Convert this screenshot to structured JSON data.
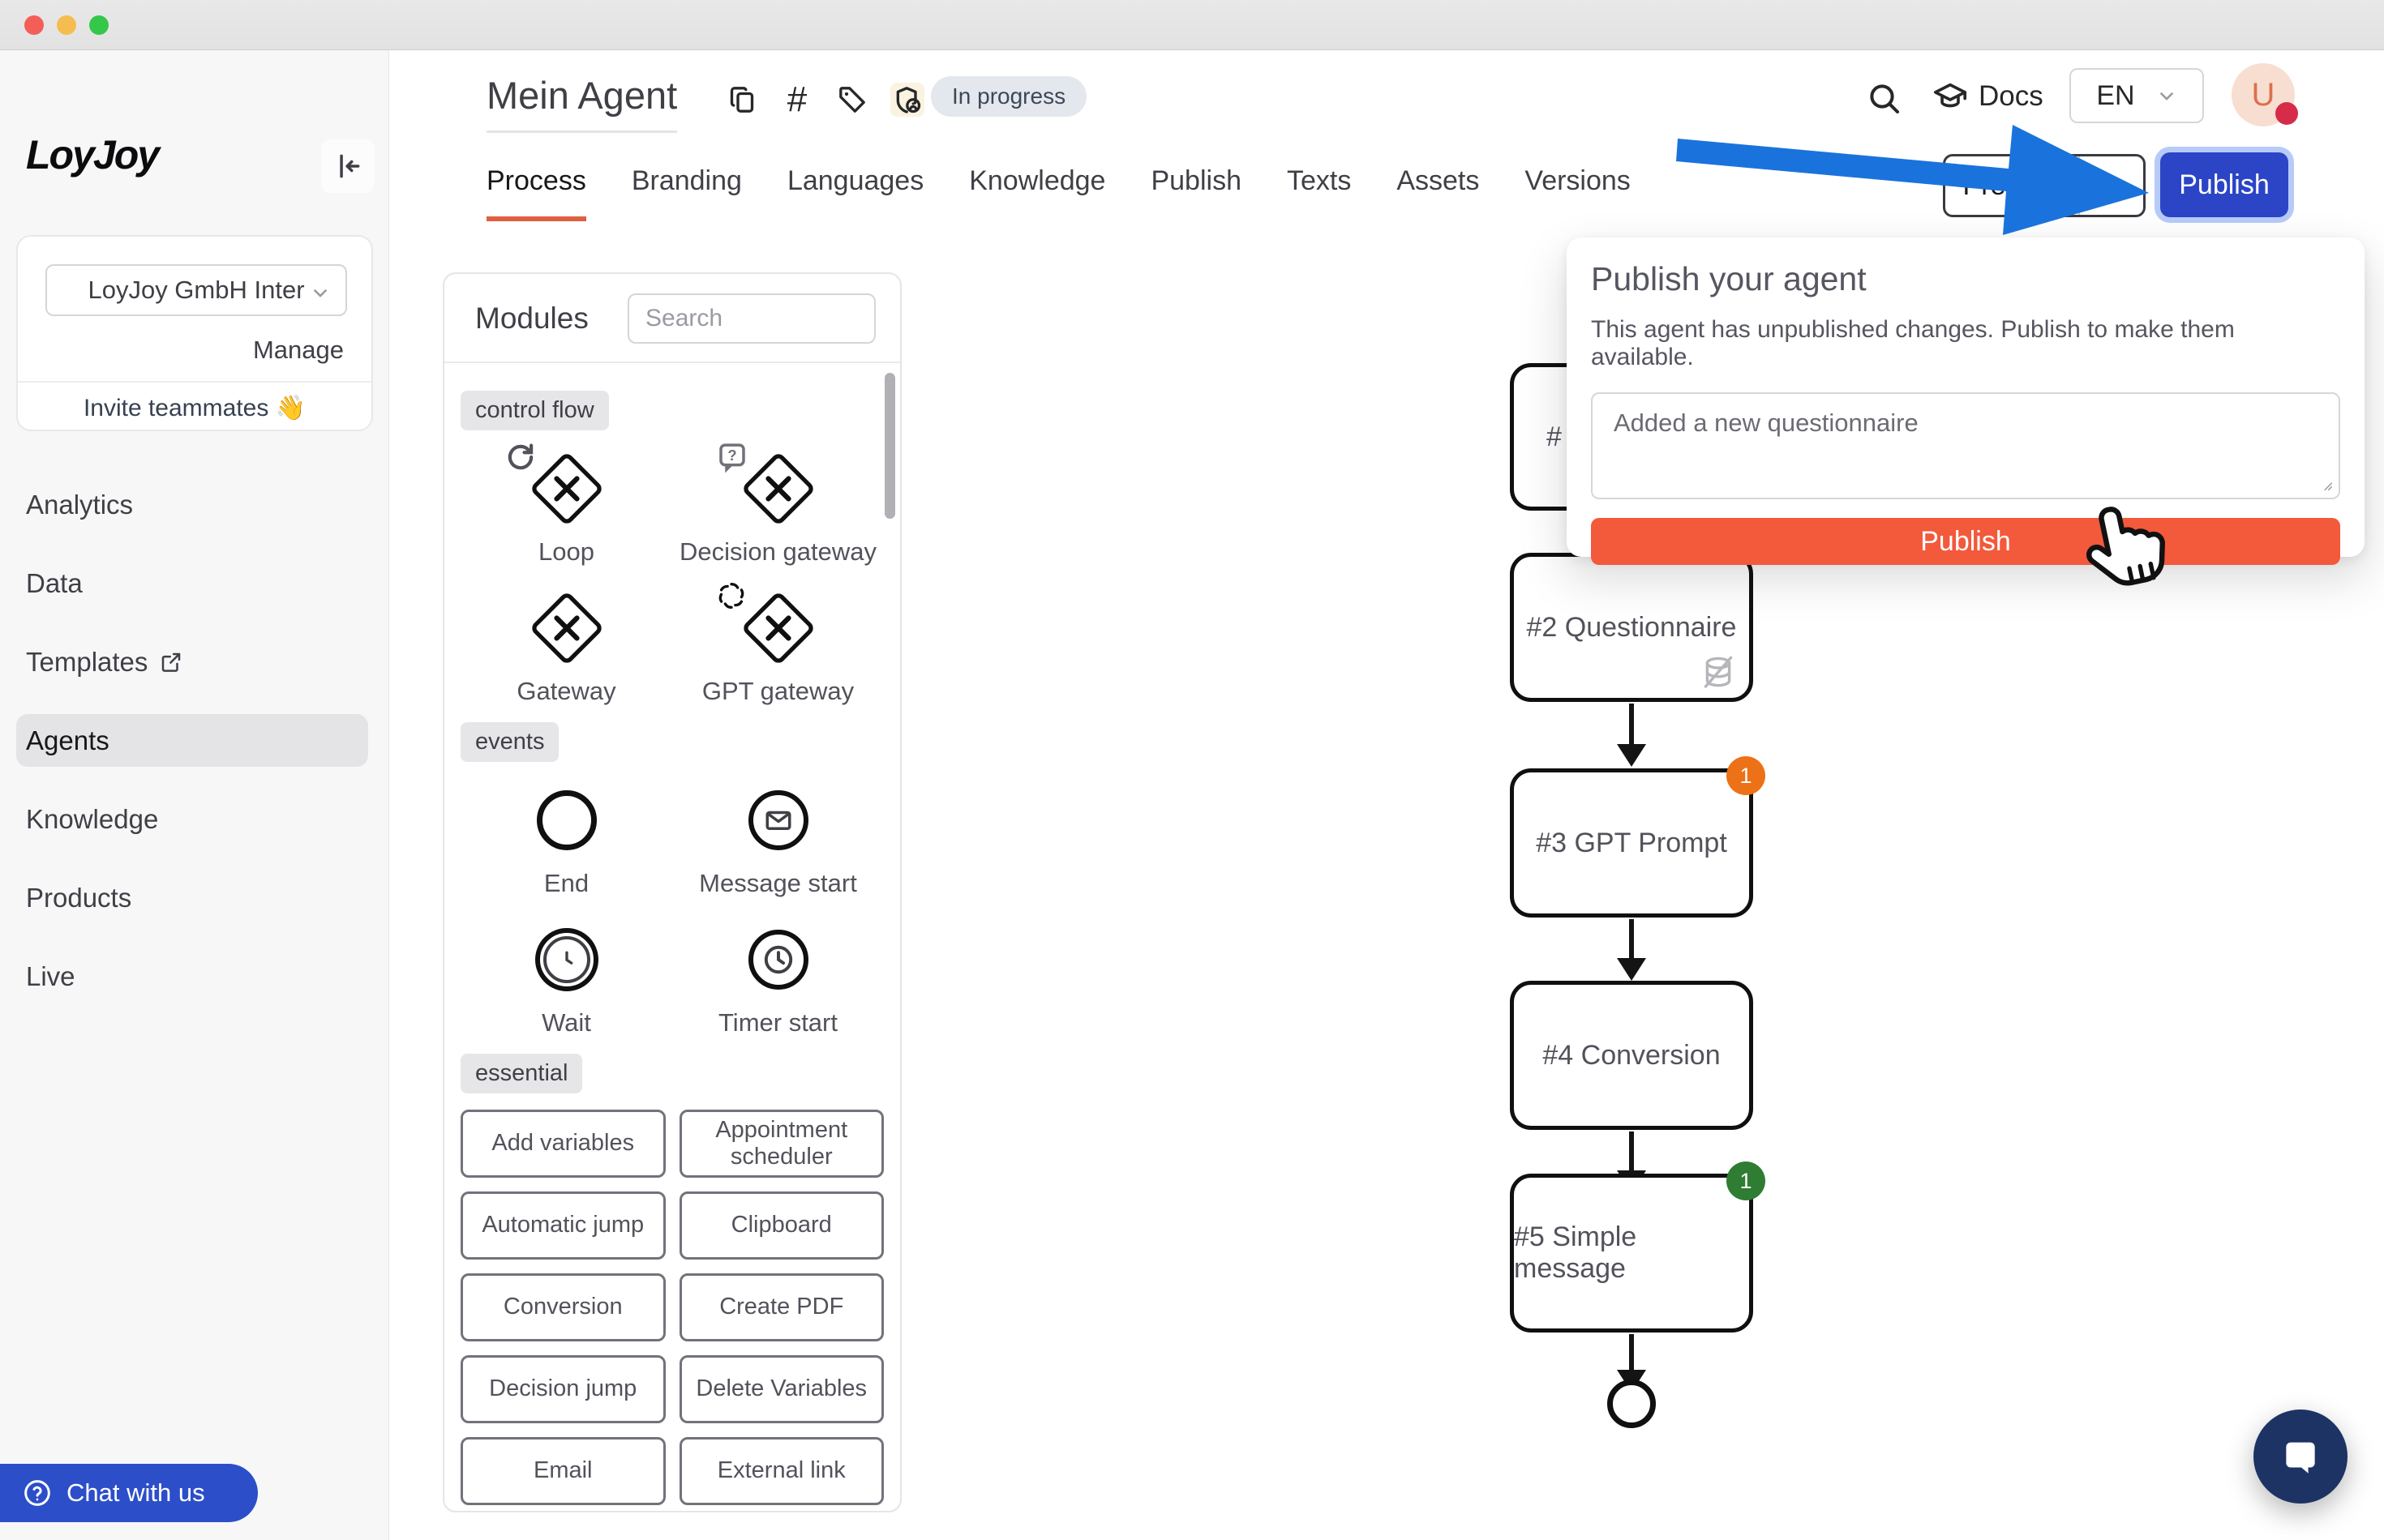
{
  "titlebar": {
    "buttons": [
      "close",
      "minimize",
      "maximize"
    ]
  },
  "sidebar": {
    "logo": "LoyJoy",
    "org_selector": {
      "value": "LoyJoy GmbH Inter",
      "manage": "Manage",
      "invite": "Invite teammates 👋"
    },
    "nav": [
      {
        "label": "Analytics"
      },
      {
        "label": "Data"
      },
      {
        "label": "Templates",
        "external_link": true
      },
      {
        "label": "Agents",
        "active": true
      },
      {
        "label": "Knowledge"
      },
      {
        "label": "Products"
      },
      {
        "label": "Live"
      }
    ],
    "chat_button": "Chat with us"
  },
  "header": {
    "title": "Mein Agent",
    "icons": [
      "copy-icon",
      "hash-icon",
      "tag-icon",
      "shield-user-icon",
      "trending-up-icon",
      "search-icon",
      "graduation-cap-icon"
    ],
    "status_badge": "In progress",
    "docs": "Docs",
    "language": "EN",
    "avatar_initial": "U"
  },
  "tabs": {
    "items": [
      "Process",
      "Branding",
      "Languages",
      "Knowledge",
      "Publish",
      "Texts",
      "Assets",
      "Versions"
    ],
    "active": "Process"
  },
  "actions": {
    "preview": "Preview",
    "publish": "Publish"
  },
  "publish_popover": {
    "title": "Publish your agent",
    "description": "This agent has unpublished changes. Publish to make them available.",
    "note_value": "Added a new questionnaire",
    "publish_button": "Publish"
  },
  "modules": {
    "title": "Modules",
    "search_placeholder": "Search",
    "sections": {
      "control_flow": {
        "badge": "control flow",
        "items": [
          {
            "label": "Loop",
            "icon": "loop-diamond-icon"
          },
          {
            "label": "Decision gateway",
            "icon": "decision-gateway-diamond-icon"
          },
          {
            "label": "Gateway",
            "icon": "gateway-diamond-icon"
          },
          {
            "label": "GPT gateway",
            "icon": "gpt-gateway-diamond-icon"
          }
        ]
      },
      "events": {
        "badge": "events",
        "items": [
          {
            "label": "End",
            "icon": "end-circle-icon"
          },
          {
            "label": "Message start",
            "icon": "message-start-icon"
          },
          {
            "label": "Wait",
            "icon": "wait-clock-icon"
          },
          {
            "label": "Timer start",
            "icon": "timer-start-icon"
          }
        ]
      },
      "essential": {
        "badge": "essential",
        "items": [
          {
            "label": "Add variables"
          },
          {
            "label": "Appointment scheduler"
          },
          {
            "label": "Automatic jump"
          },
          {
            "label": "Clipboard"
          },
          {
            "label": "Conversion"
          },
          {
            "label": "Create PDF"
          },
          {
            "label": "Decision jump"
          },
          {
            "label": "Delete Variables"
          },
          {
            "label": "Email"
          },
          {
            "label": "External link"
          }
        ]
      }
    }
  },
  "flow": {
    "node1": {
      "label": "#"
    },
    "node2": {
      "label": "#2 Questionnaire",
      "corner_icon": "database-off-icon"
    },
    "node3": {
      "label": "#3 GPT Prompt",
      "badge": "1"
    },
    "node4": {
      "label": "#4 Conversion"
    },
    "node5": {
      "label": "#5 Simple message",
      "badge": "1"
    }
  },
  "colors": {
    "publish_primary_blue": "#2b45c6",
    "publish_orange": "#f3593b",
    "tab_active_underline": "#de6040",
    "annotation_arrow_blue": "#1a73dc",
    "badge_orange": "#ed7117",
    "badge_green": "#2e7d32",
    "chat_launcher_navy": "#1d3364",
    "chat_with_us_blue": "#2c4ec9",
    "avatar_bg": "#f8ded1",
    "avatar_letter": "#dd6f4d",
    "notification_red": "#d62b49"
  }
}
